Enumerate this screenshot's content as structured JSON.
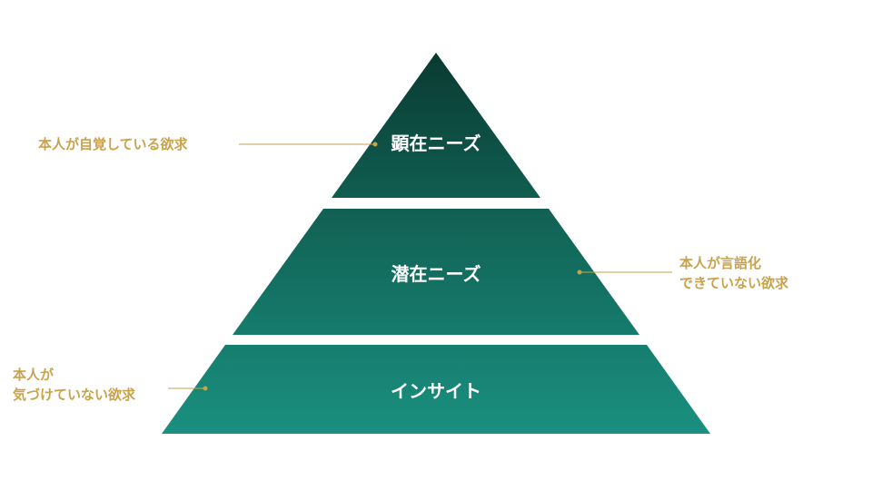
{
  "colors": {
    "tier_top": "#0a3a32",
    "tier_mid": "#12685a",
    "tier_bottom": "#1a9080",
    "accent": "#c9a24a"
  },
  "pyramid": {
    "tiers": [
      {
        "label": "顕在ニーズ"
      },
      {
        "label": "潜在ニーズ"
      },
      {
        "label": "インサイト"
      }
    ]
  },
  "annotations": {
    "top": {
      "lines": [
        "本人が自覚している欲求"
      ]
    },
    "middle": {
      "lines": [
        "本人が言語化",
        "できていない欲求"
      ]
    },
    "bottom": {
      "lines": [
        "本人が",
        "気づけていない欲求"
      ]
    }
  }
}
